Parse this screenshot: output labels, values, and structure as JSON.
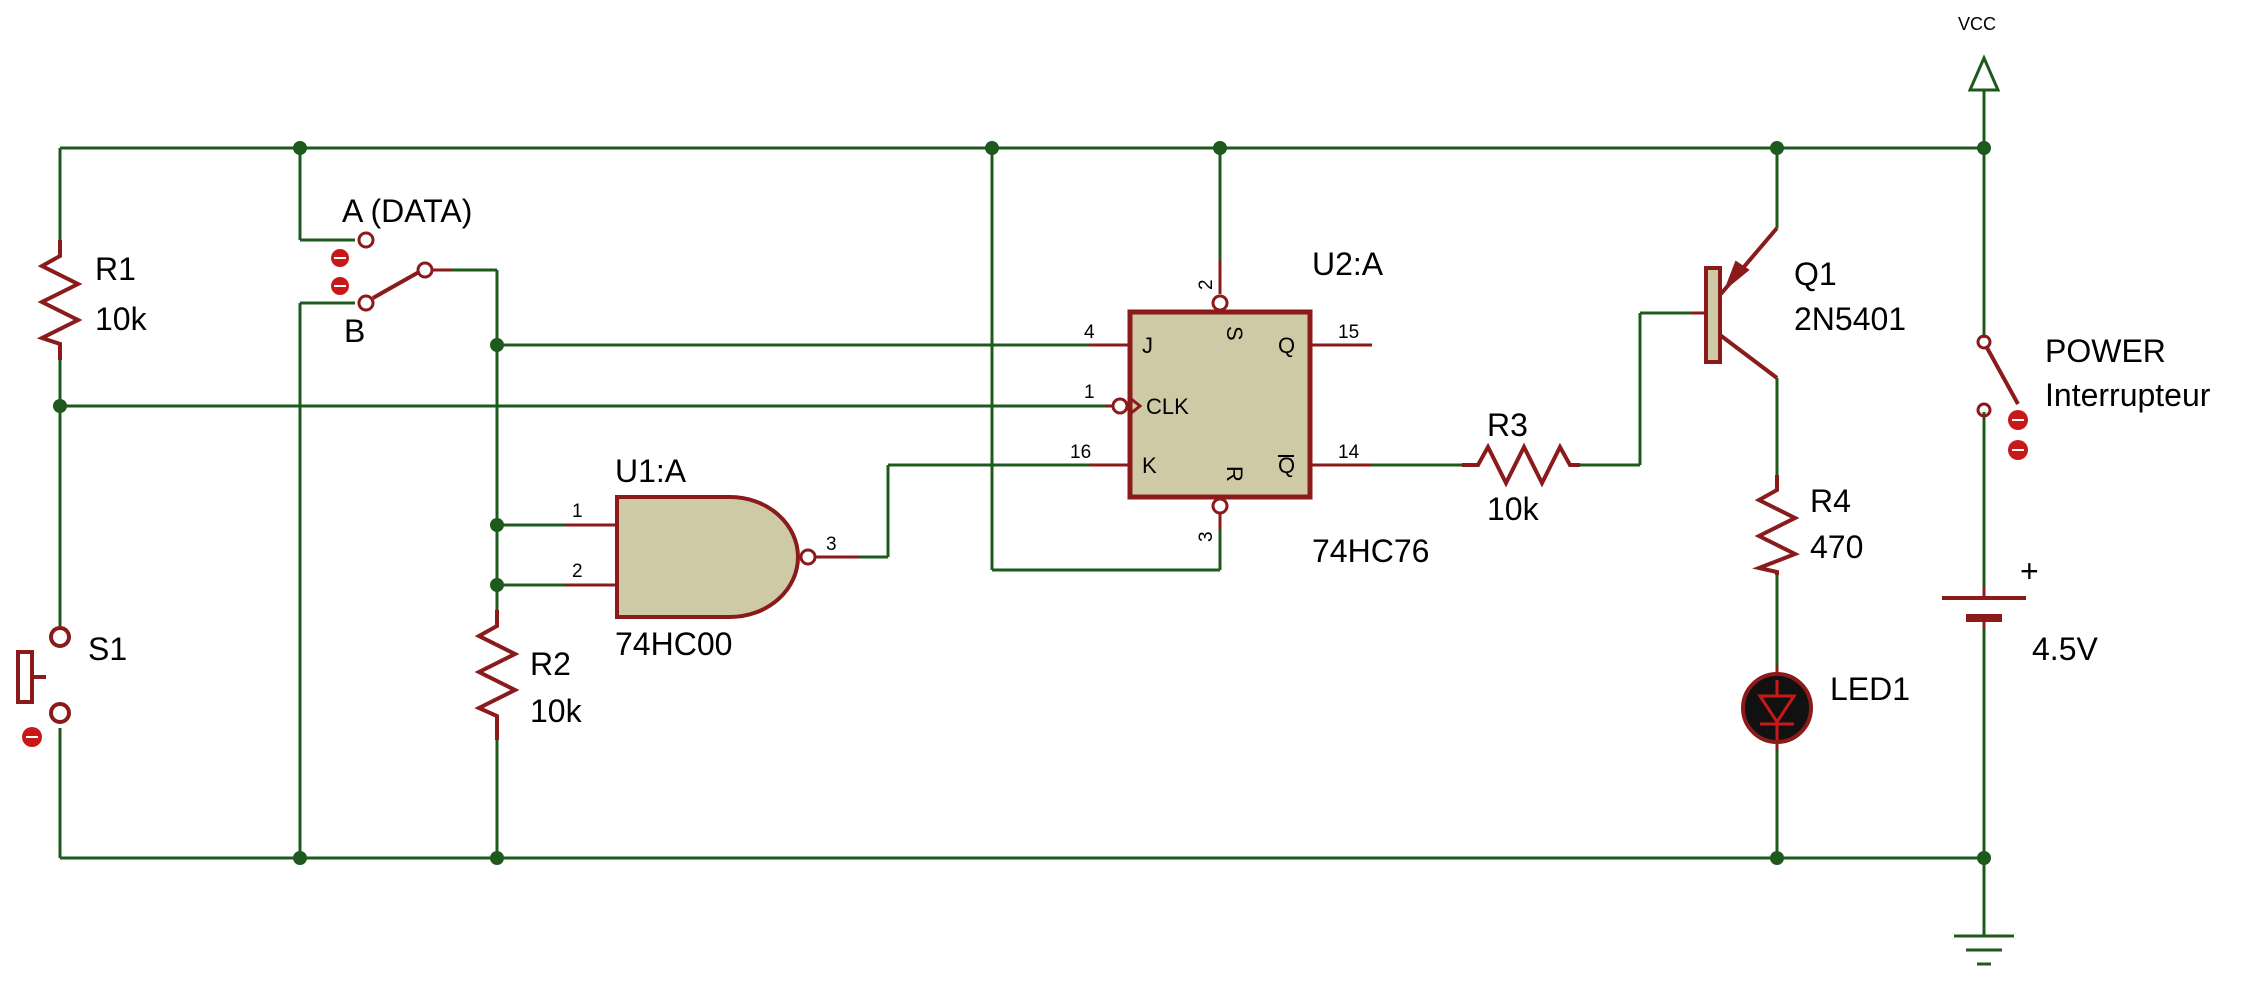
{
  "colors": {
    "wire": "#1e5a1e",
    "component": "#8b1a1a",
    "ic_fill": "#cfcaa6",
    "text": "#000000",
    "background": "#ffffff"
  },
  "labels": {
    "vcc": "VCC",
    "r1_name": "R1",
    "r1_value": "10k",
    "sw_a": "A (DATA)",
    "sw_b": "B",
    "u1_name": "U1:A",
    "u1_part": "74HC00",
    "u2_name": "U2:A",
    "u2_part": "74HC76",
    "r2_name": "R2",
    "r2_value": "10k",
    "r3_name": "R3",
    "r3_value": "10k",
    "r4_name": "R4",
    "r4_value": "470",
    "q1_name": "Q1",
    "q1_part": "2N5401",
    "led_name": "LED1",
    "s1_name": "S1",
    "power_name": "POWER",
    "power_sub": "Interrupteur",
    "battery_value": "4.5V",
    "battery_plus": "+"
  },
  "u2_pins": {
    "j": "J",
    "clk": "CLK",
    "k": "K",
    "s": "S",
    "r": "R",
    "q": "Q",
    "qbar": "Q",
    "pin_j": "4",
    "pin_clk": "1",
    "pin_k": "16",
    "pin_s": "2",
    "pin_r": "3",
    "pin_q": "15",
    "pin_qbar": "14"
  },
  "u1_pins": {
    "in1": "1",
    "in2": "2",
    "out": "3"
  }
}
